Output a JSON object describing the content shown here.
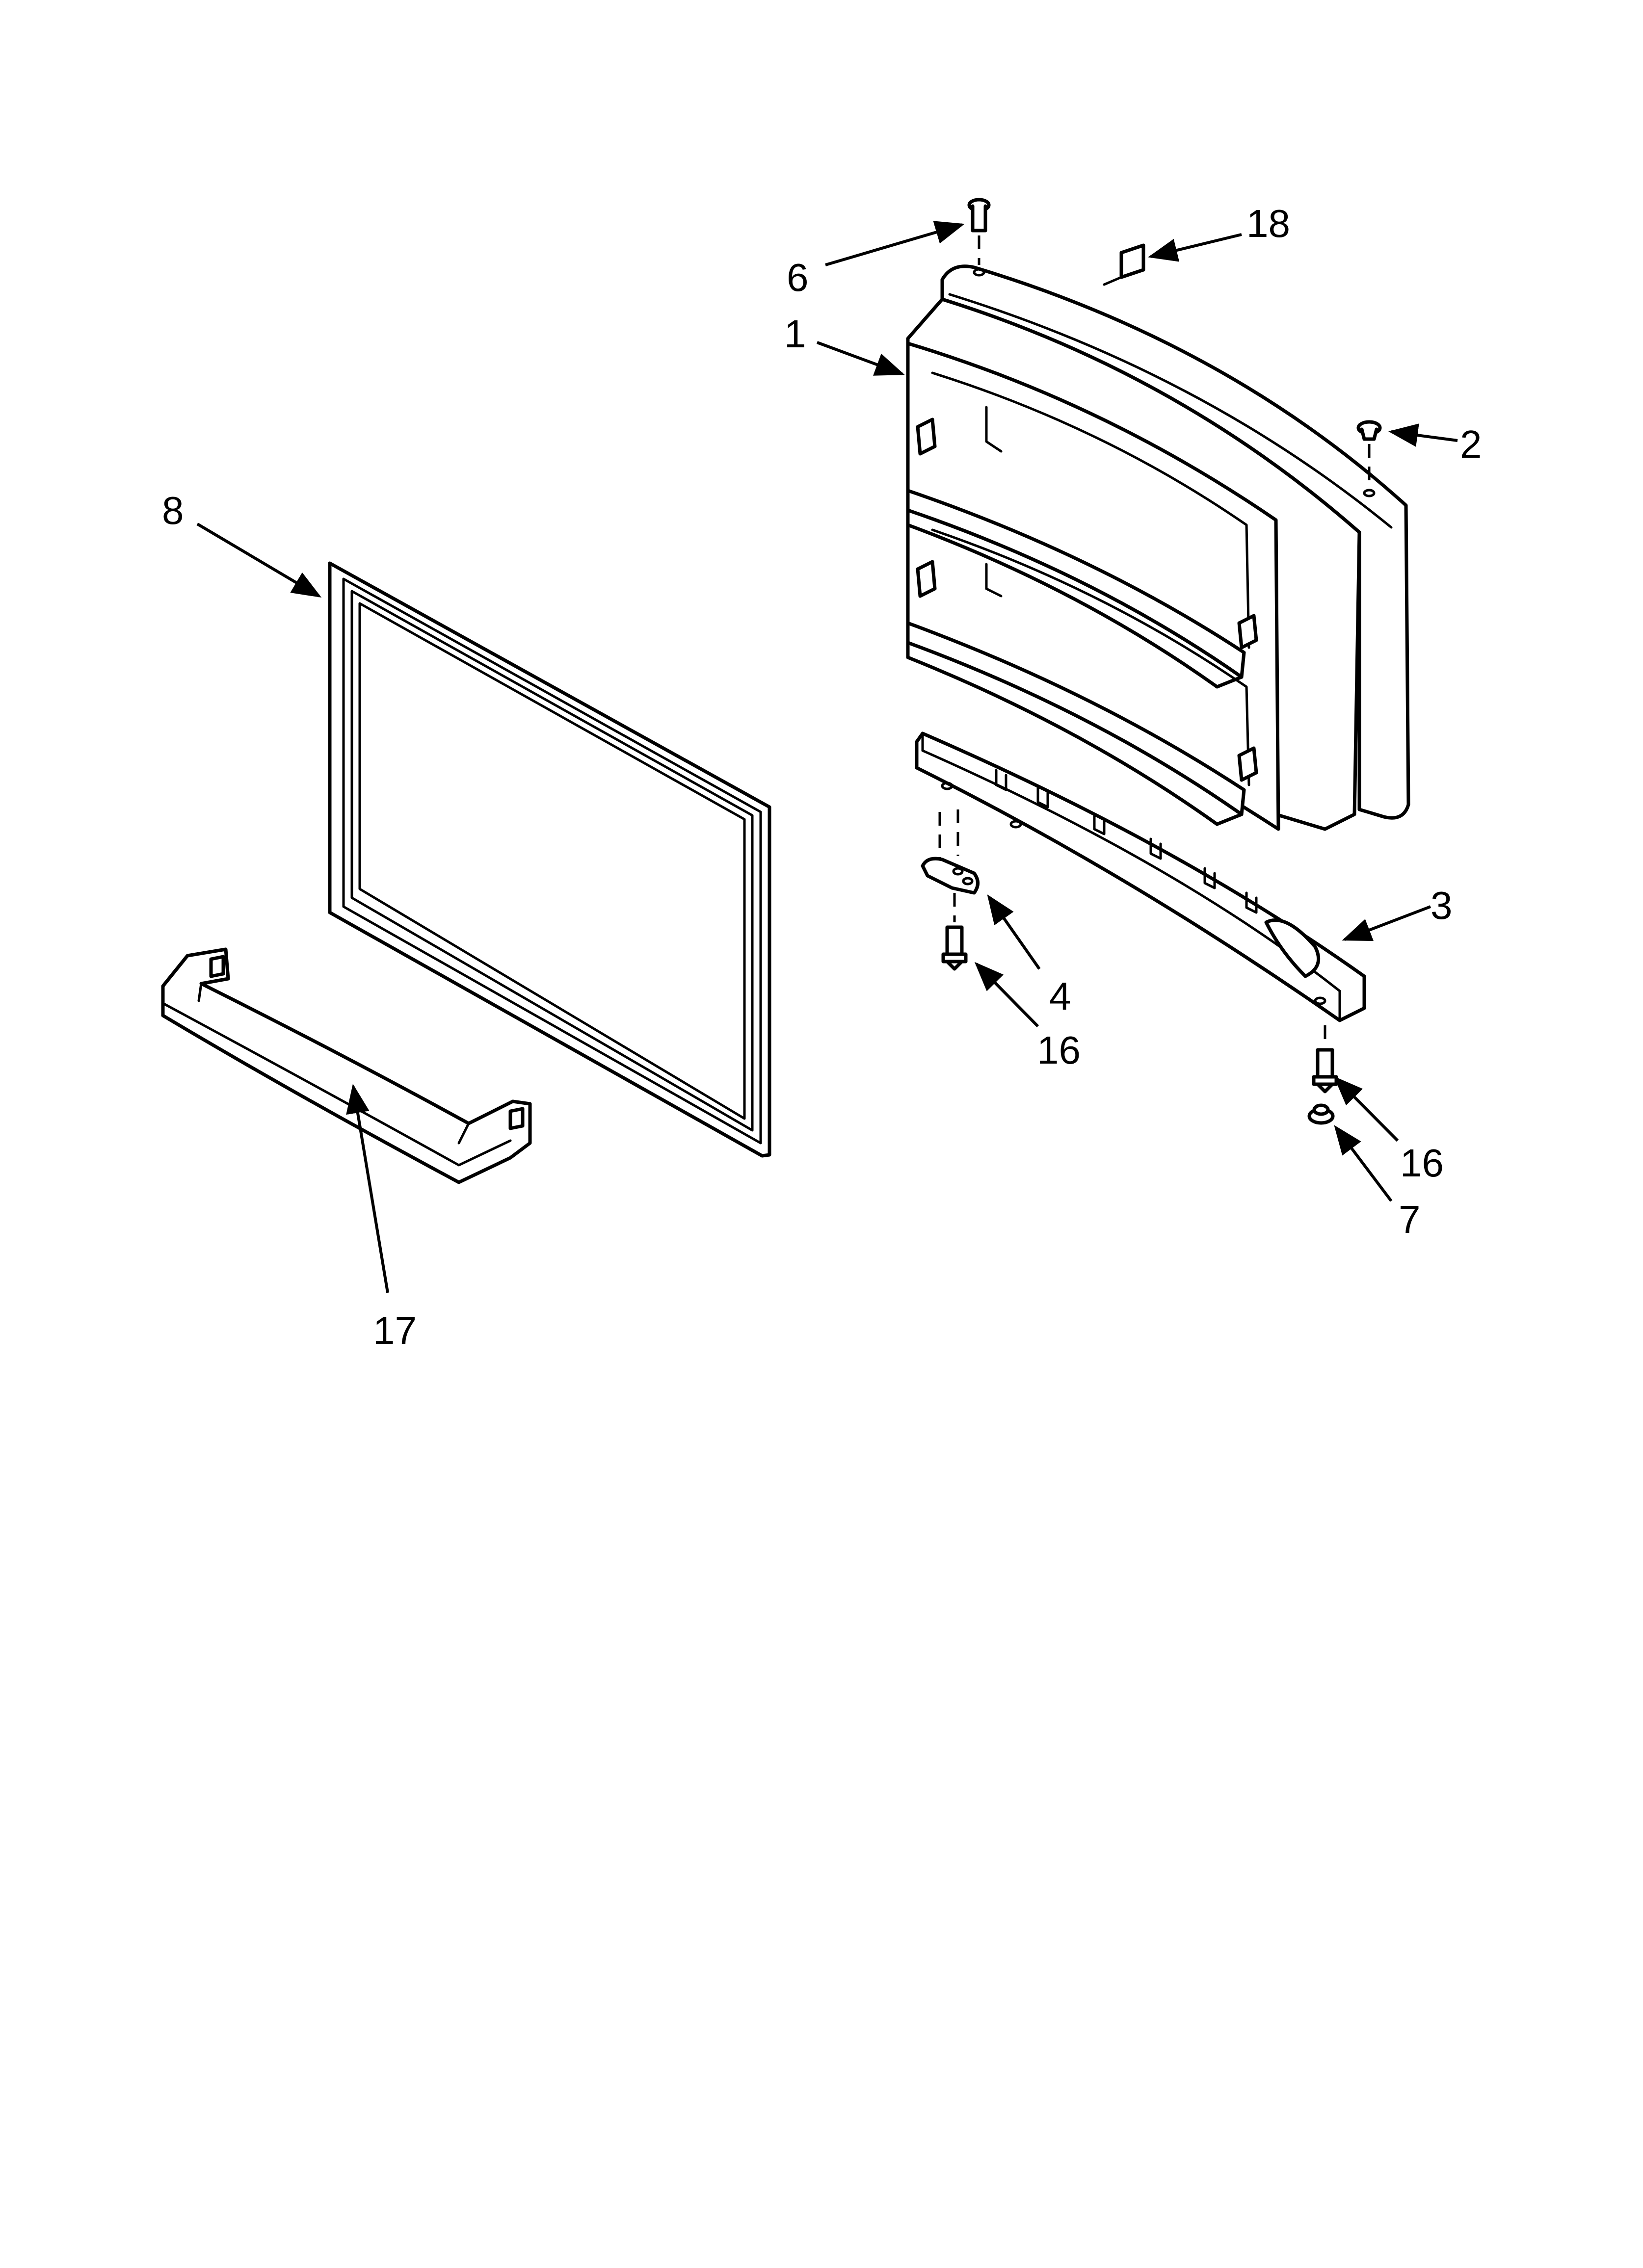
{
  "callouts": {
    "c1": "1",
    "c2": "2",
    "c3": "3",
    "c4": "4",
    "c6": "6",
    "c7": "7",
    "c8": "8",
    "c16a": "16",
    "c16b": "16",
    "c17": "17",
    "c18": "18"
  },
  "colors": {
    "line": "#000000",
    "background": "#ffffff"
  }
}
